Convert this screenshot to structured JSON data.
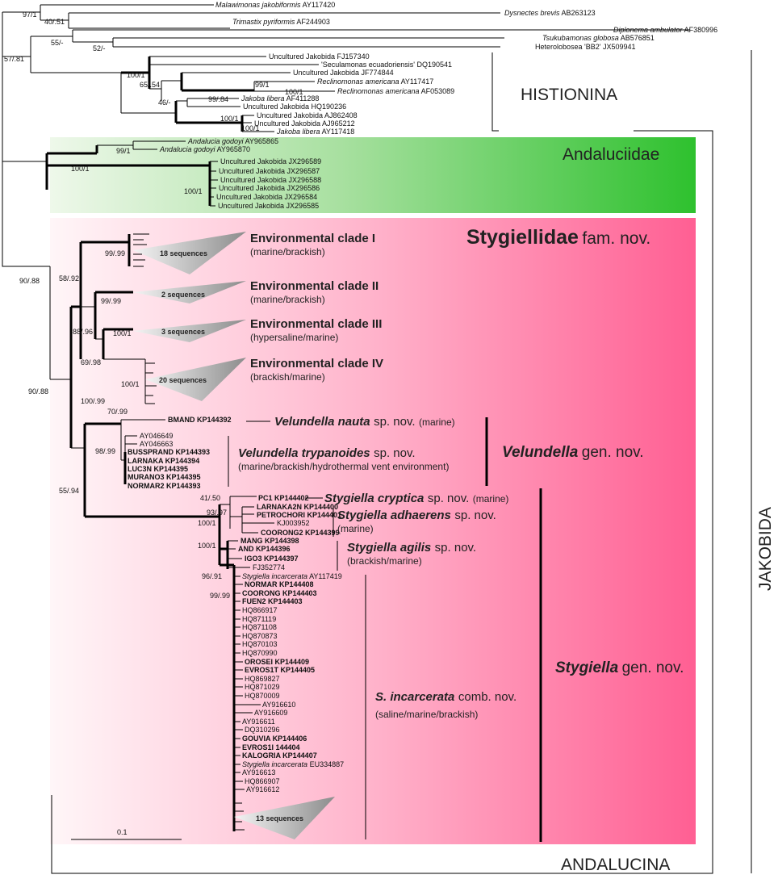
{
  "leaves": {
    "malawimonas": "Malawimonas jakobiformis",
    "malawimonas_acc": "AY117420",
    "dysnectes": "Dysnectes brevis",
    "dysnectes_acc": "AB263123",
    "trimastix": "Trimastix pyriformis",
    "trimastix_acc": "AF244903",
    "diplonema": "Diplonema ambulator",
    "diplonema_acc": "AF380996",
    "tsukubamonas": "Tsukubamonas globosa",
    "tsukubamonas_acc": "AB576851",
    "heterolobosea": "Heterolobosea 'BB2' JX509941",
    "unc_fj157340": "Uncultured Jakobida FJ157340",
    "seculamonas": "'Seculamonas ecuadoriensis' DQ190541",
    "unc_jf774844": "Uncultured Jakobida JF774844",
    "reclino1": "Reclinomonas americana",
    "reclino1_acc": "AY117417",
    "reclino2": "Reclinomonas americana",
    "reclino2_acc": "AF053089",
    "jlibera1": "Jakoba libera",
    "jlibera1_acc": "AF411288",
    "unc_hq190236": "Uncultured Jakobida HQ190236",
    "unc_aj862408": "Uncultured Jakobida AJ862408",
    "unc_aj965212": "Uncultured Jakobida AJ965212",
    "jlibera2": "Jakoba libera",
    "jlibera2_acc": "AY117418",
    "agodoyi1": "Andalucia godoyi",
    "agodoyi1_acc": "AY965865",
    "agodoyi2": "Andalucia godoyi",
    "agodoyi2_acc": "AY965870",
    "jx296589": "Uncultured Jakobida JX296589",
    "jx296587": "Uncultured Jakobida JX296587",
    "jx296588": "Uncultured Jakobida JX296588",
    "jx296586": "Uncultured Jakobida JX296586",
    "jx296584": "Uncultured Jakobida JX296584",
    "jx296585": "Uncultured Jakobida JX296585",
    "bmand": "BMAND KP144392",
    "ay046649": "AY046649",
    "ay046663": "AY046663",
    "bussprand": "BUSSPRAND KP144393",
    "larnaka": "LARNAKA KP144394",
    "luc3n": "LUC3N KP144395",
    "murano3": "MURANO3 KP144395",
    "normar2": "NORMAR2 KP144393",
    "pc1": "PC1 KP144402",
    "larnaka2n": "LARNAKA2N KP144400",
    "petrochori": "PETROCHORI KP144401",
    "kj003952": "KJ003952",
    "coorong2": "COORONG2 KP144399",
    "mang": "MANG KP144398",
    "and": "AND KP144396",
    "igo3": "IGO3 KP144397",
    "fj352774": "FJ352774",
    "sinc1": "Stygiella incarcerata",
    "sinc1_acc": "AY117419",
    "normar": "NORMAR KP144408",
    "coorong": "COORONG KP144403",
    "fuen2": "FUEN2 KP144403",
    "hq866917": "HQ866917",
    "hq871119": "HQ871119",
    "hq871108": "HQ871108",
    "hq870873": "HQ870873",
    "hq870103": "HQ870103",
    "hq870990": "HQ870990",
    "orosei": "OROSEI KP144409",
    "evros1t": "EVROS1T KP144405",
    "hq869827": "HQ869827",
    "hq871029": "HQ871029",
    "hq870009": "HQ870009",
    "ay916610": "AY916610",
    "ay916609": "AY916609",
    "ay916611": "AY916611",
    "dq310296": "DQ310296",
    "gouvia": "GOUVIA KP144406",
    "evros1i": "EVROS1I 144404",
    "kalogria": "KALOGRIA KP144407",
    "sinc2": "Stygiella incarcerata",
    "sinc2_acc": "EU334887",
    "ay916613": "AY916613",
    "hq866907": "HQ866907",
    "ay916612": "AY916612"
  },
  "support": {
    "s97_1": "97/1",
    "s40_51": "40/.51",
    "s55": "55/-",
    "s52": "52/-",
    "s57_81": "57/.81",
    "s100_1_a": "100/1",
    "s65_54": "65/.54",
    "s99_1_a": "99/1",
    "s100_1_b": "100/1",
    "s46": "46/-",
    "s99_84": "99/.84",
    "s100_1_c": "100/1",
    "s100_1_d": "100/1",
    "s99_1_b": "99/1",
    "s100_1_e": "100/1",
    "s100_1_f": "100/1",
    "s99_99_a": "99/.99",
    "s58_92": "58/.92",
    "s99_99_b": "99/.99",
    "s88_96": "88/.96",
    "s100_1_g": "100/1",
    "s69_98": "69/.98",
    "s100_1_h": "100/1",
    "s90_88_a": "90/.88",
    "s90_88_b": "90/.88",
    "s100_99": "100/.99",
    "s70_99": "70/.99",
    "s98_99": "98/.99",
    "s55_94": "55/.94",
    "s41_50": "41/.50",
    "s93_97": "93/.97",
    "s100_1_i": "100/1",
    "s100_1_j": "100/1",
    "s96_91": "96/.91",
    "s99_99_c": "99/.99"
  },
  "clades": {
    "env1_title": "Environmental clade I",
    "env1_sub": "(marine/brackish)",
    "env1_seq": "18 sequences",
    "env2_title": "Environmental clade II",
    "env2_sub": "(marine/brackish)",
    "env2_seq": "2 sequences",
    "env3_title": "Environmental clade III",
    "env3_sub": "(hypersaline/marine)",
    "env3_seq": "3 sequences",
    "env4_title": "Environmental clade IV",
    "env4_sub": "(brackish/marine)",
    "env4_seq": "20 sequences",
    "sinc_seq": "13 sequences"
  },
  "taxa": {
    "histionina": "HISTIONINA",
    "andaluciidae": "Andaluciidae",
    "stygiellidae": "Stygiellidae",
    "fam_nov": "fam. nov.",
    "v_nauta": "Velundella nauta",
    "v_nauta_suffix": "sp. nov.",
    "v_nauta_habitat": "(marine)",
    "v_tryp": "Velundella trypanoides",
    "v_tryp_suffix": "sp. nov.",
    "v_tryp_habitat": "(marine/brackish/hydrothermal vent environment)",
    "velundella": "Velundella",
    "gen_nov_v": "gen. nov.",
    "s_cryptica": "Stygiella cryptica",
    "s_cryptica_suffix": "sp. nov.",
    "s_cryptica_habitat": "(marine)",
    "s_adhaerens": "Stygiella adhaerens",
    "s_adhaerens_suffix": "sp. nov.",
    "s_adhaerens_habitat": "(marine)",
    "s_agilis": "Stygiella agilis",
    "s_agilis_suffix": "sp. nov.",
    "s_agilis_habitat": "(brackish/marine)",
    "s_incarcerata": "S. incarcerata",
    "s_incarcerata_suffix": "comb. nov.",
    "s_incarcerata_habitat": "(saline/marine/brackish)",
    "stygiella": "Stygiella",
    "gen_nov_s": "gen. nov.",
    "jakobida": "JAKOBIDA",
    "andalucina": "ANDALUCINA"
  },
  "scale": {
    "label": "0.1"
  },
  "colors": {
    "andaluciidae_start": "#e8f6e3",
    "andaluciidae_end": "#2ec12e",
    "stygiellidae_start": "#fff4f7",
    "stygiellidae_end": "#ff5f93",
    "wedge_dark": "#8a8a8a",
    "wedge_light": "#f2f2f2"
  }
}
